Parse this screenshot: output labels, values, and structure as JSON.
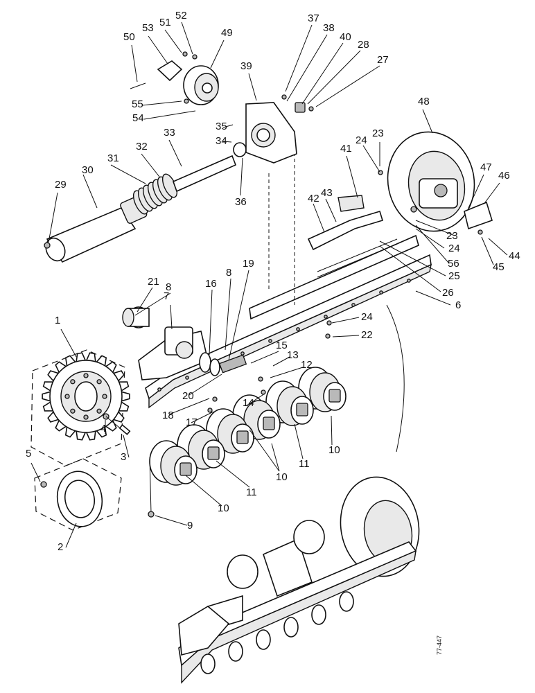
{
  "drawing_ref": "77-447",
  "callouts": [
    {
      "n": "1"
    },
    {
      "n": "2"
    },
    {
      "n": "3"
    },
    {
      "n": "4"
    },
    {
      "n": "5"
    },
    {
      "n": "6"
    },
    {
      "n": "7"
    },
    {
      "n": "8"
    },
    {
      "n": "8"
    },
    {
      "n": "9"
    },
    {
      "n": "10"
    },
    {
      "n": "10"
    },
    {
      "n": "10"
    },
    {
      "n": "11"
    },
    {
      "n": "11"
    },
    {
      "n": "12"
    },
    {
      "n": "13"
    },
    {
      "n": "14"
    },
    {
      "n": "15"
    },
    {
      "n": "16"
    },
    {
      "n": "17"
    },
    {
      "n": "18"
    },
    {
      "n": "19"
    },
    {
      "n": "20"
    },
    {
      "n": "21"
    },
    {
      "n": "22"
    },
    {
      "n": "23"
    },
    {
      "n": "23"
    },
    {
      "n": "24"
    },
    {
      "n": "24"
    },
    {
      "n": "24"
    },
    {
      "n": "25"
    },
    {
      "n": "26"
    },
    {
      "n": "27"
    },
    {
      "n": "28"
    },
    {
      "n": "29"
    },
    {
      "n": "30"
    },
    {
      "n": "31"
    },
    {
      "n": "32"
    },
    {
      "n": "33"
    },
    {
      "n": "34"
    },
    {
      "n": "35"
    },
    {
      "n": "36"
    },
    {
      "n": "37"
    },
    {
      "n": "38"
    },
    {
      "n": "39"
    },
    {
      "n": "40"
    },
    {
      "n": "41"
    },
    {
      "n": "42"
    },
    {
      "n": "43"
    },
    {
      "n": "44"
    },
    {
      "n": "45"
    },
    {
      "n": "46"
    },
    {
      "n": "47"
    },
    {
      "n": "48"
    },
    {
      "n": "49"
    },
    {
      "n": "50"
    },
    {
      "n": "51"
    },
    {
      "n": "52"
    },
    {
      "n": "53"
    },
    {
      "n": "54"
    },
    {
      "n": "55"
    },
    {
      "n": "56"
    }
  ]
}
